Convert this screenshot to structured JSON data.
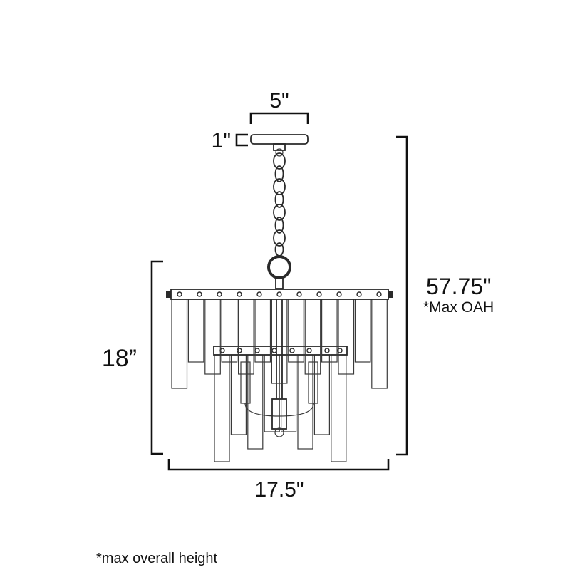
{
  "page": {
    "background": "#ffffff",
    "ink": "#111111"
  },
  "diagram": {
    "type": "dimension-drawing",
    "subject": "chandelier pendant with chain, canopy and two tiers of glass panels",
    "labels": {
      "canopy_width": "5\"",
      "canopy_height": "1\"",
      "max_overall_height": "57.75\"",
      "max_overall_height_note": "*Max OAH",
      "fixture_height": "18”",
      "fixture_width": "17.5\"",
      "footnote": "*max overall height"
    }
  }
}
